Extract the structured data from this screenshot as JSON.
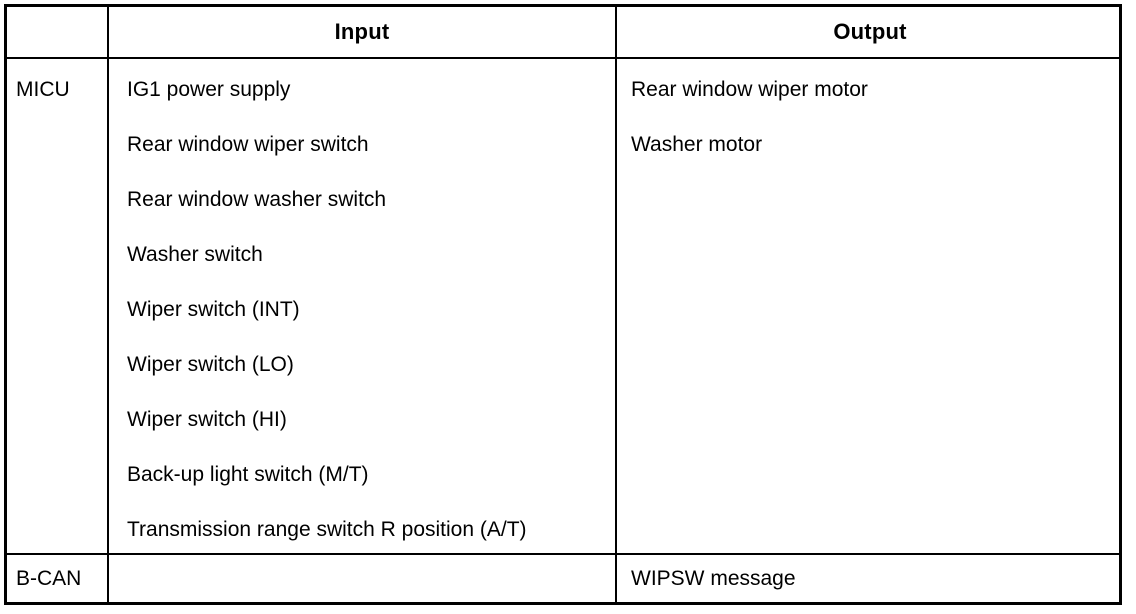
{
  "table": {
    "columns": [
      {
        "key": "module",
        "header": ""
      },
      {
        "key": "input",
        "header": "Input"
      },
      {
        "key": "output",
        "header": "Output"
      }
    ],
    "rows": [
      {
        "module": "MICU",
        "inputs": [
          "IG1 power supply",
          "Rear window wiper switch",
          "Rear window washer switch",
          "Washer switch",
          "Wiper switch (INT)",
          "Wiper switch (LO)",
          "Wiper switch (HI)",
          "Back-up light switch (M/T)",
          "Transmission range switch R position (A/T)"
        ],
        "outputs": [
          "Rear window wiper motor",
          "Washer motor"
        ]
      },
      {
        "module": "B-CAN",
        "inputs": [],
        "outputs": [
          "WIPSW message"
        ]
      }
    ]
  },
  "style": {
    "border_color": "#000000",
    "text_color": "#000000",
    "background": "#ffffff"
  }
}
